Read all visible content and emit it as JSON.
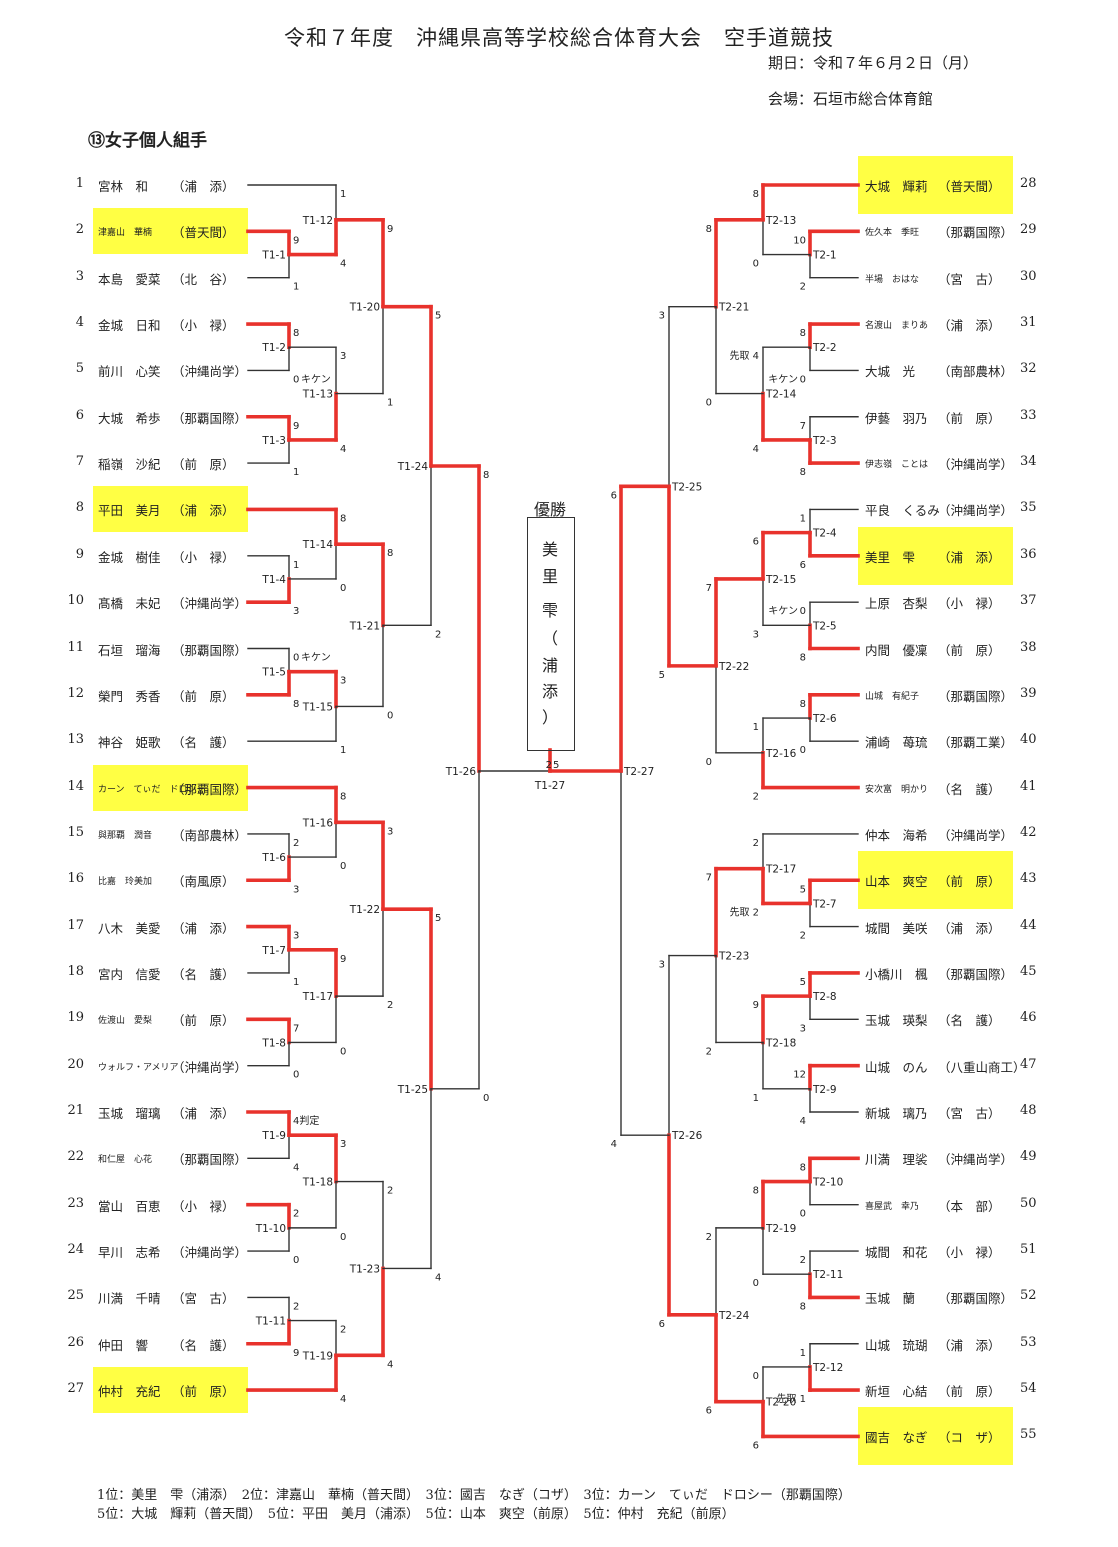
{
  "header": {
    "title": "令和７年度　沖縄県高等学校総合体育大会　空手道競技",
    "date": "期日：令和７年６月２日（月）",
    "venue": "会場：石垣市総合体育館",
    "category": "⑬女子個人組手"
  },
  "colors": {
    "winner_line": "#e8322c",
    "loser_line": "#333333",
    "highlight": "#ffff44"
  },
  "left_players": [
    {
      "no": "1",
      "name": "宮林　和",
      "school": "（浦　添）",
      "hl": false
    },
    {
      "no": "2",
      "name": "津嘉山　華楠",
      "school": "（普天間）",
      "hl": true,
      "small": true
    },
    {
      "no": "3",
      "name": "本島　愛菜",
      "school": "（北　谷）",
      "hl": false
    },
    {
      "no": "4",
      "name": "金城　日和",
      "school": "（小　禄）",
      "hl": false
    },
    {
      "no": "5",
      "name": "前川　心笑",
      "school": "（沖縄尚学）",
      "hl": false
    },
    {
      "no": "6",
      "name": "大城　希歩",
      "school": "（那覇国際）",
      "hl": false
    },
    {
      "no": "7",
      "name": "稲嶺　沙紀",
      "school": "（前　原）",
      "hl": false
    },
    {
      "no": "8",
      "name": "平田　美月",
      "school": "（浦　添）",
      "hl": true
    },
    {
      "no": "9",
      "name": "金城　樹佳",
      "school": "（小　禄）",
      "hl": false
    },
    {
      "no": "10",
      "name": "髙橋　未妃",
      "school": "（沖縄尚学）",
      "hl": false
    },
    {
      "no": "11",
      "name": "石垣　瑠海",
      "school": "（那覇国際）",
      "hl": false
    },
    {
      "no": "12",
      "name": "榮門　秀香",
      "school": "（前　原）",
      "hl": false
    },
    {
      "no": "13",
      "name": "神谷　姫歌",
      "school": "（名　護）",
      "hl": false
    },
    {
      "no": "14",
      "name": "カーン　てぃだ　ドロシー",
      "school": "（那覇国際）",
      "hl": true,
      "small": true
    },
    {
      "no": "15",
      "name": "與那覇　潤音",
      "school": "（南部農林）",
      "hl": false,
      "small": true
    },
    {
      "no": "16",
      "name": "比嘉　玲美加",
      "school": "（南風原）",
      "hl": false,
      "small": true
    },
    {
      "no": "17",
      "name": "八木　美愛",
      "school": "（浦　添）",
      "hl": false
    },
    {
      "no": "18",
      "name": "宮内　信愛",
      "school": "（名　護）",
      "hl": false
    },
    {
      "no": "19",
      "name": "佐渡山　愛梨",
      "school": "（前　原）",
      "hl": false,
      "small": true
    },
    {
      "no": "20",
      "name": "ウォルフ・アメリア",
      "school": "（沖縄尚学）",
      "hl": false,
      "small": true
    },
    {
      "no": "21",
      "name": "玉城　瑠璃",
      "school": "（浦　添）",
      "hl": false
    },
    {
      "no": "22",
      "name": "和仁屋　心花",
      "school": "（那覇国際）",
      "hl": false,
      "small": true
    },
    {
      "no": "23",
      "name": "當山　百恵",
      "school": "（小　禄）",
      "hl": false
    },
    {
      "no": "24",
      "name": "早川　志希",
      "school": "（沖縄尚学）",
      "hl": false
    },
    {
      "no": "25",
      "name": "川満　千晴",
      "school": "（宮　古）",
      "hl": false
    },
    {
      "no": "26",
      "name": "仲田　響",
      "school": "（名　護）",
      "hl": false
    },
    {
      "no": "27",
      "name": "仲村　充紀",
      "school": "（前　原）",
      "hl": true
    }
  ],
  "right_players": [
    {
      "no": "28",
      "name": "大城　輝莉",
      "school": "（普天間）",
      "hl": true
    },
    {
      "no": "29",
      "name": "佐久本　季旺",
      "school": "（那覇国際）",
      "hl": false,
      "small": true
    },
    {
      "no": "30",
      "name": "半場　おはな",
      "school": "（宮　古）",
      "hl": false,
      "small": true
    },
    {
      "no": "31",
      "name": "名渡山　まりあ",
      "school": "（浦　添）",
      "hl": false,
      "small": true
    },
    {
      "no": "32",
      "name": "大城　光",
      "school": "（南部農林）",
      "hl": false
    },
    {
      "no": "33",
      "name": "伊藝　羽乃",
      "school": "（前　原）",
      "hl": false
    },
    {
      "no": "34",
      "name": "伊志嶺　ことは",
      "school": "（沖縄尚学）",
      "hl": false,
      "small": true
    },
    {
      "no": "35",
      "name": "平良　くるみ",
      "school": "（沖縄尚学）",
      "hl": false
    },
    {
      "no": "36",
      "name": "美里　雫",
      "school": "（浦　添）",
      "hl": true
    },
    {
      "no": "37",
      "name": "上原　杏梨",
      "school": "（小　禄）",
      "hl": false
    },
    {
      "no": "38",
      "name": "内間　優凜",
      "school": "（前　原）",
      "hl": false
    },
    {
      "no": "39",
      "name": "山城　有紀子",
      "school": "（那覇国際）",
      "hl": false,
      "small": true
    },
    {
      "no": "40",
      "name": "浦崎　苺琉",
      "school": "（那覇工業）",
      "hl": false
    },
    {
      "no": "41",
      "name": "安次富　明かり",
      "school": "（名　護）",
      "hl": false,
      "small": true
    },
    {
      "no": "42",
      "name": "仲本　海希",
      "school": "（沖縄尚学）",
      "hl": false
    },
    {
      "no": "43",
      "name": "山本　爽空",
      "school": "（前　原）",
      "hl": true
    },
    {
      "no": "44",
      "name": "城間　美咲",
      "school": "（浦　添）",
      "hl": false
    },
    {
      "no": "45",
      "name": "小橋川　楓",
      "school": "（那覇国際）",
      "hl": false
    },
    {
      "no": "46",
      "name": "玉城　瑛梨",
      "school": "（名　護）",
      "hl": false
    },
    {
      "no": "47",
      "name": "山城　のん",
      "school": "（八重山商工）",
      "hl": false
    },
    {
      "no": "48",
      "name": "新城　璃乃",
      "school": "（宮　古）",
      "hl": false
    },
    {
      "no": "49",
      "name": "川満　理裟",
      "school": "（沖縄尚学）",
      "hl": false
    },
    {
      "no": "50",
      "name": "喜屋武　幸乃",
      "school": "（本　部）",
      "hl": false,
      "small": true
    },
    {
      "no": "51",
      "name": "城間　和花",
      "school": "（小　禄）",
      "hl": false
    },
    {
      "no": "52",
      "name": "玉城　蘭",
      "school": "（那覇国際）",
      "hl": false
    },
    {
      "no": "53",
      "name": "山城　琉瑚",
      "school": "（浦　添）",
      "hl": false
    },
    {
      "no": "54",
      "name": "新垣　心結",
      "school": "（前　原）",
      "hl": false
    },
    {
      "no": "55",
      "name": "國吉　なぎ",
      "school": "（コ　ザ）",
      "hl": true
    }
  ],
  "champion": {
    "label": "優勝",
    "chars": [
      "美",
      "里",
      "雫",
      "（",
      "浦",
      "添",
      "）"
    ]
  },
  "results": {
    "line1": "1位：美里　雫（浦添）　2位：津嘉山　華楠（普天間）　3位：國吉　なぎ（コザ）　3位：カーン　てぃだ　ドロシー（那覇国際）",
    "line2": "5位：大城　輝莉（普天間）　5位：平田　美月（浦添）　5位：山本　爽空（前原）　5位：仲村　充紀（前原）"
  },
  "matches": [
    {
      "id": "T1-1",
      "label": "T1-1",
      "top": "9",
      "bot": "1",
      "win": "top"
    },
    {
      "id": "T1-2",
      "label": "T1-2",
      "top": "8",
      "bot": "0",
      "note": "キケン",
      "win": "top"
    },
    {
      "id": "T1-3",
      "label": "T1-3",
      "top": "9",
      "bot": "1",
      "win": "top"
    },
    {
      "id": "T1-4",
      "label": "T1-4",
      "top": "1",
      "bot": "3",
      "win": "bot"
    },
    {
      "id": "T1-5",
      "label": "T1-5",
      "top": "0",
      "bot": "8",
      "note": "キケン",
      "win": "bot"
    },
    {
      "id": "T1-6",
      "label": "T1-6",
      "top": "2",
      "bot": "3",
      "win": "bot"
    },
    {
      "id": "T1-7",
      "label": "T1-7",
      "top": "3",
      "bot": "1",
      "win": "top"
    },
    {
      "id": "T1-8",
      "label": "T1-8",
      "top": "7",
      "bot": "0",
      "win": "top"
    },
    {
      "id": "T1-9",
      "label": "T1-9",
      "top": "4判定",
      "bot": "4",
      "win": "top"
    },
    {
      "id": "T1-10",
      "label": "T1-10",
      "top": "2",
      "bot": "0",
      "win": "top"
    },
    {
      "id": "T1-11",
      "label": "T1-11",
      "top": "2",
      "bot": "9",
      "win": "bot"
    },
    {
      "id": "T1-12",
      "label": "T1-12",
      "top": "1",
      "bot": "4",
      "win": "bot"
    },
    {
      "id": "T1-13",
      "label": "T1-13",
      "top": "3",
      "bot": "4",
      "win": "bot"
    },
    {
      "id": "T1-14",
      "label": "T1-14",
      "top": "8",
      "bot": "0",
      "win": "top"
    },
    {
      "id": "T1-15",
      "label": "T1-15",
      "top": "3",
      "bot": "1",
      "win": "top"
    },
    {
      "id": "T1-16",
      "label": "T1-16",
      "top": "8",
      "bot": "0",
      "win": "top"
    },
    {
      "id": "T1-17",
      "label": "T1-17",
      "top": "9",
      "bot": "0",
      "win": "top"
    },
    {
      "id": "T1-18",
      "label": "T1-18",
      "top": "3",
      "bot": "0",
      "win": "top"
    },
    {
      "id": "T1-19",
      "label": "T1-19",
      "top": "2",
      "bot": "4",
      "win": "bot"
    },
    {
      "id": "T1-20",
      "label": "T1-20",
      "top": "9",
      "bot": "1",
      "win": "top"
    },
    {
      "id": "T1-21",
      "label": "T1-21",
      "top": "8",
      "bot": "0",
      "win": "top"
    },
    {
      "id": "T1-22",
      "label": "T1-22",
      "top": "3",
      "bot": "2",
      "win": "top"
    },
    {
      "id": "T1-23",
      "label": "T1-23",
      "top": "2",
      "bot": "4",
      "win": "bot"
    },
    {
      "id": "T1-24",
      "label": "T1-24",
      "top": "5",
      "bot": "2",
      "win": "top"
    },
    {
      "id": "T1-25",
      "label": "T1-25",
      "top": "5",
      "bot": "4",
      "win": "top"
    },
    {
      "id": "T1-26",
      "label": "T1-26",
      "top": "8",
      "bot": "0",
      "win": "top"
    },
    {
      "id": "T1-27",
      "label": "T1-27",
      "top": "2",
      "bot": "5",
      "win": "right"
    },
    {
      "id": "T2-1",
      "label": "T2-1",
      "top": "10",
      "bot": "2",
      "win": "top"
    },
    {
      "id": "T2-2",
      "label": "T2-2",
      "top": "8",
      "bot": "0",
      "note": "キケン",
      "win": "top"
    },
    {
      "id": "T2-3",
      "label": "T2-3",
      "top": "7",
      "bot": "8",
      "win": "bot"
    },
    {
      "id": "T2-4",
      "label": "T2-4",
      "top": "1",
      "bot": "6",
      "win": "bot"
    },
    {
      "id": "T2-5",
      "label": "T2-5",
      "top": "0",
      "bot": "8",
      "note": "キケン",
      "win": "bot"
    },
    {
      "id": "T2-6",
      "label": "T2-6",
      "top": "8",
      "bot": "0",
      "win": "top"
    },
    {
      "id": "T2-7",
      "label": "T2-7",
      "top": "5",
      "bot": "2",
      "win": "top"
    },
    {
      "id": "T2-8",
      "label": "T2-8",
      "top": "5",
      "bot": "3",
      "win": "top"
    },
    {
      "id": "T2-9",
      "label": "T2-9",
      "top": "12",
      "bot": "4",
      "win": "top"
    },
    {
      "id": "T2-10",
      "label": "T2-10",
      "top": "8",
      "bot": "0",
      "win": "top"
    },
    {
      "id": "T2-11",
      "label": "T2-11",
      "top": "2",
      "bot": "8",
      "win": "bot"
    },
    {
      "id": "T2-12",
      "label": "T2-12",
      "top": "1",
      "bot": "先取 1",
      "win": "bot"
    },
    {
      "id": "T2-13",
      "label": "T2-13",
      "top": "8",
      "bot": "0",
      "win": "top"
    },
    {
      "id": "T2-14",
      "label": "T2-14",
      "top": "先取 4",
      "bot": "4",
      "win": "bot"
    },
    {
      "id": "T2-15",
      "label": "T2-15",
      "top": "6",
      "bot": "3",
      "win": "top"
    },
    {
      "id": "T2-16",
      "label": "T2-16",
      "top": "1",
      "bot": "2",
      "win": "bot"
    },
    {
      "id": "T2-17",
      "label": "T2-17",
      "top": "2",
      "bot": "先取 2",
      "win": "bot"
    },
    {
      "id": "T2-18",
      "label": "T2-18",
      "top": "9",
      "bot": "1",
      "win": "top"
    },
    {
      "id": "T2-19",
      "label": "T2-19",
      "top": "8",
      "bot": "0",
      "win": "top"
    },
    {
      "id": "T2-20",
      "label": "T2-20",
      "top": "0",
      "bot": "6",
      "win": "bot"
    },
    {
      "id": "T2-21",
      "label": "T2-21",
      "top": "8",
      "bot": "0",
      "win": "top"
    },
    {
      "id": "T2-22",
      "label": "T2-22",
      "top": "7",
      "bot": "0",
      "win": "top"
    },
    {
      "id": "T2-23",
      "label": "T2-23",
      "top": "7",
      "bot": "2",
      "win": "top"
    },
    {
      "id": "T2-24",
      "label": "T2-24",
      "top": "2",
      "bot": "6",
      "win": "bot"
    },
    {
      "id": "T2-25",
      "label": "T2-25",
      "top": "3",
      "bot": "5",
      "win": "bot"
    },
    {
      "id": "T2-26",
      "label": "T2-26",
      "top": "3",
      "bot": "6",
      "win": "bot"
    },
    {
      "id": "T2-27",
      "label": "T2-27",
      "top": "6",
      "bot": "4",
      "win": "top"
    }
  ]
}
